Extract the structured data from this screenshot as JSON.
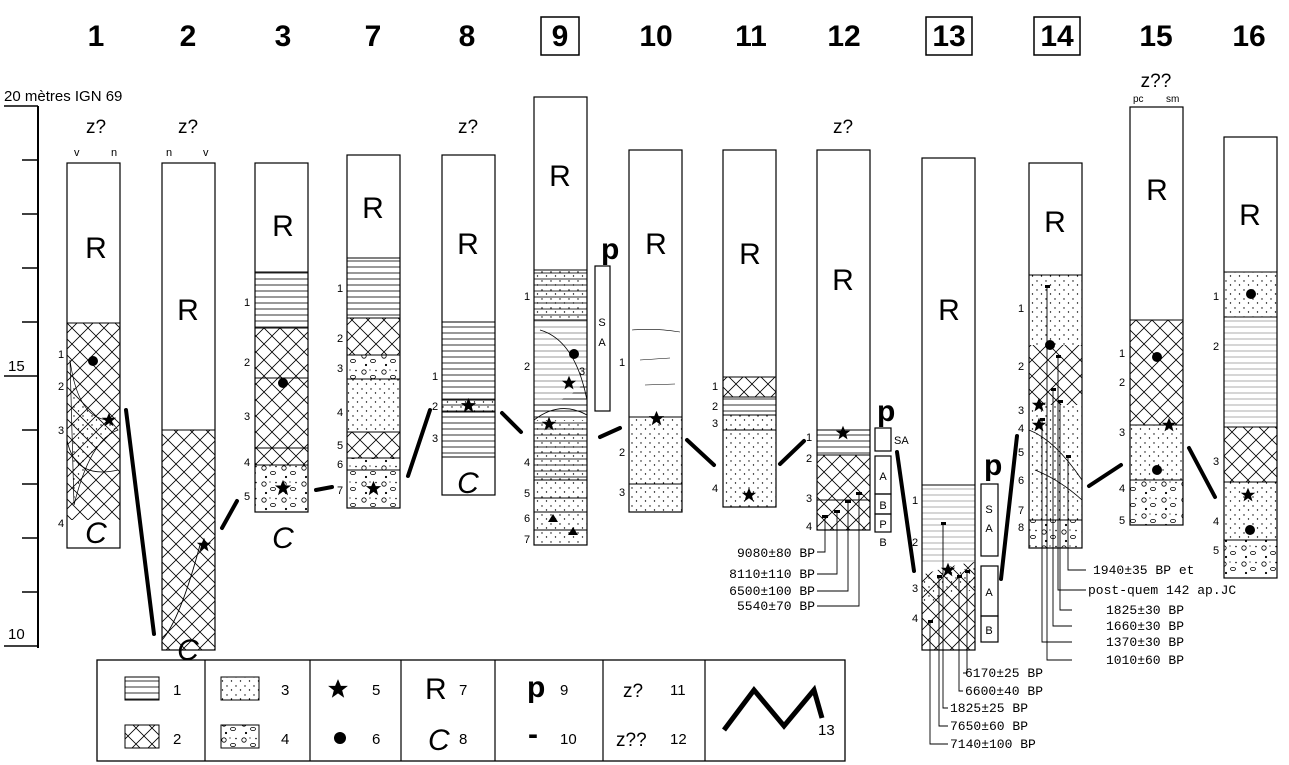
{
  "columns": [
    "1",
    "2",
    "3",
    "7",
    "8",
    "9",
    "10",
    "11",
    "12",
    "13",
    "14",
    "15",
    "16"
  ],
  "scale": {
    "title": "20 mètres IGN 69",
    "mid": "15",
    "low": "10"
  },
  "zq": {
    "c1": "z?",
    "c2": "z?",
    "c8": "z?",
    "c12": "z?",
    "c15": "z??"
  },
  "sub": {
    "v": "v",
    "n": "n",
    "pc": "pc",
    "sm": "sm"
  },
  "letters": {
    "R": "R",
    "C": "C",
    "p": "p",
    "S": "S",
    "A": "A",
    "B": "B",
    "P": "P",
    "SA": "SA"
  },
  "layers": {
    "l1": "1",
    "l2": "2",
    "l3": "3",
    "l4": "4",
    "l5": "5",
    "l6": "6",
    "l7": "7",
    "l8": "8"
  },
  "dates12": [
    "9080±80 BP",
    "8110±110 BP",
    "6500±100 BP",
    "5540±70 BP"
  ],
  "dates13": [
    "6170±25 BP",
    "6600±40 BP",
    "1825±25 BP",
    "7650±60 BP",
    "7140±100 BP"
  ],
  "dates14": [
    "1940±35 BP et",
    "post-quem 142 ap.JC",
    "1825±30 BP",
    "1660±30 BP",
    "1370±30 BP",
    "1010±60 BP"
  ],
  "legend": {
    "n1": "1",
    "n2": "2",
    "n3": "3",
    "n4": "4",
    "n5": "5",
    "n6": "6",
    "n7": "7",
    "n8": "8",
    "n9": "9",
    "n10": "10",
    "n11": "11",
    "n12": "12",
    "n13": "13",
    "z1": "z?",
    "z2": "z??",
    "R": "R",
    "C": "C",
    "p": "p",
    "dash": "-"
  }
}
